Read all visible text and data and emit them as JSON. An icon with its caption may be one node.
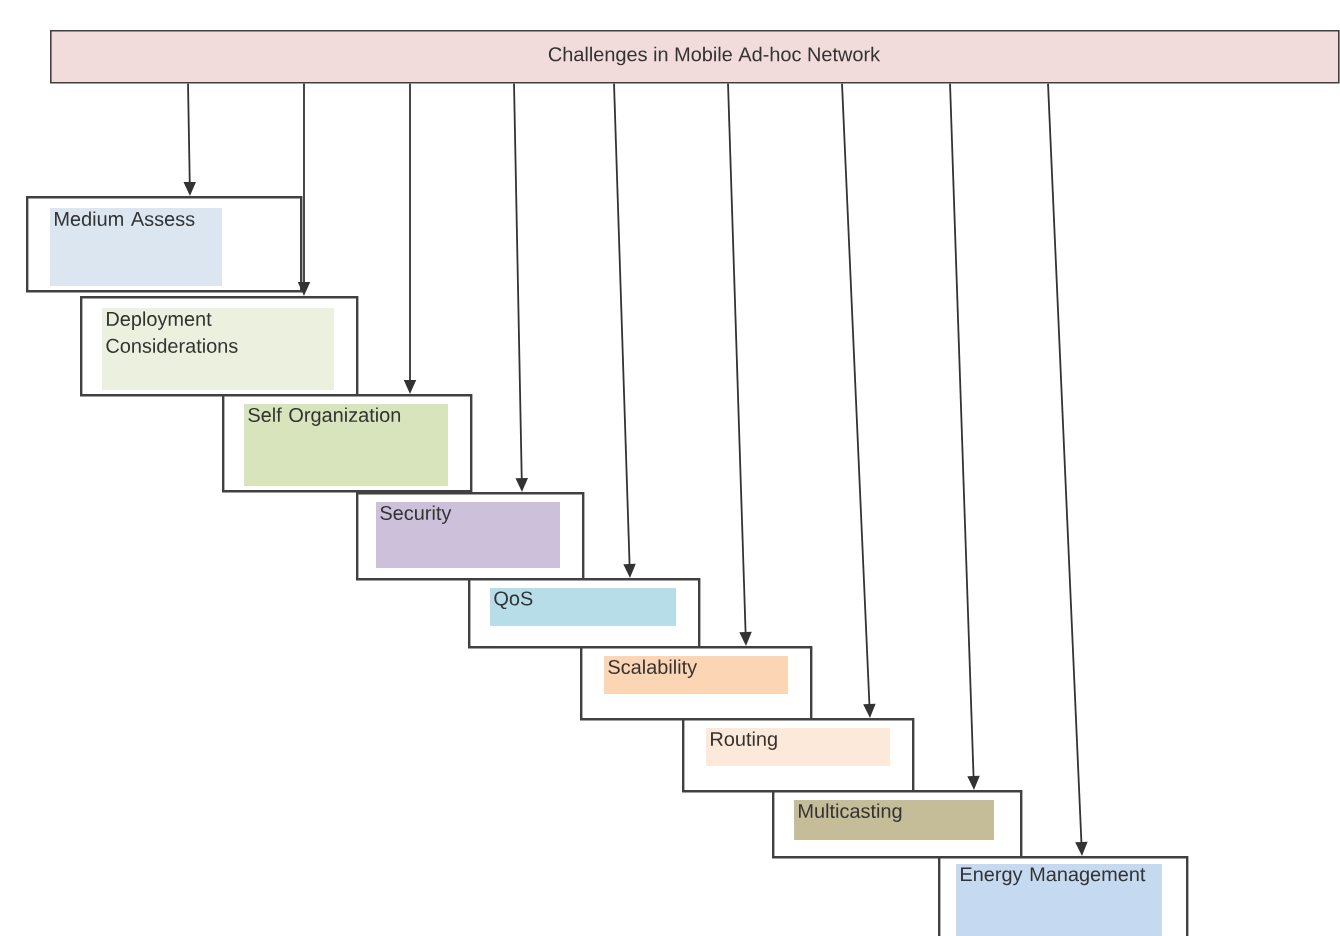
{
  "diagram": {
    "nodes": [
      {
        "text": [
          "Challenges in Mobile Ad-hoc Network"
        ]
      },
      {
        "text": [
          "Medium Assess"
        ]
      },
      {
        "text": [
          "Deployment Considerations"
        ]
      },
      {
        "text": [
          "Self Organization"
        ]
      },
      {
        "text": [
          "Security"
        ]
      },
      {
        "text": [
          "QoS"
        ]
      },
      {
        "text": [
          "Scalability"
        ]
      },
      {
        "text": [
          "Routing"
        ]
      },
      {
        "text": [
          "Multicasting"
        ]
      },
      {
        "text": [
          "Energy Management"
        ]
      }
    ],
    "edges": [
      {
        "from": 0,
        "to": 1,
        "arrow": "to"
      },
      {
        "from": 0,
        "to": 2,
        "arrow": "to"
      },
      {
        "from": 0,
        "to": 3,
        "arrow": "to"
      },
      {
        "from": 0,
        "to": 4,
        "arrow": "to"
      },
      {
        "from": 0,
        "to": 5,
        "arrow": "to"
      },
      {
        "from": 0,
        "to": 6,
        "arrow": "to"
      },
      {
        "from": 0,
        "to": 7,
        "arrow": "to"
      },
      {
        "from": 0,
        "to": 8,
        "arrow": "to"
      },
      {
        "from": 0,
        "to": 9,
        "arrow": "to"
      }
    ]
  }
}
